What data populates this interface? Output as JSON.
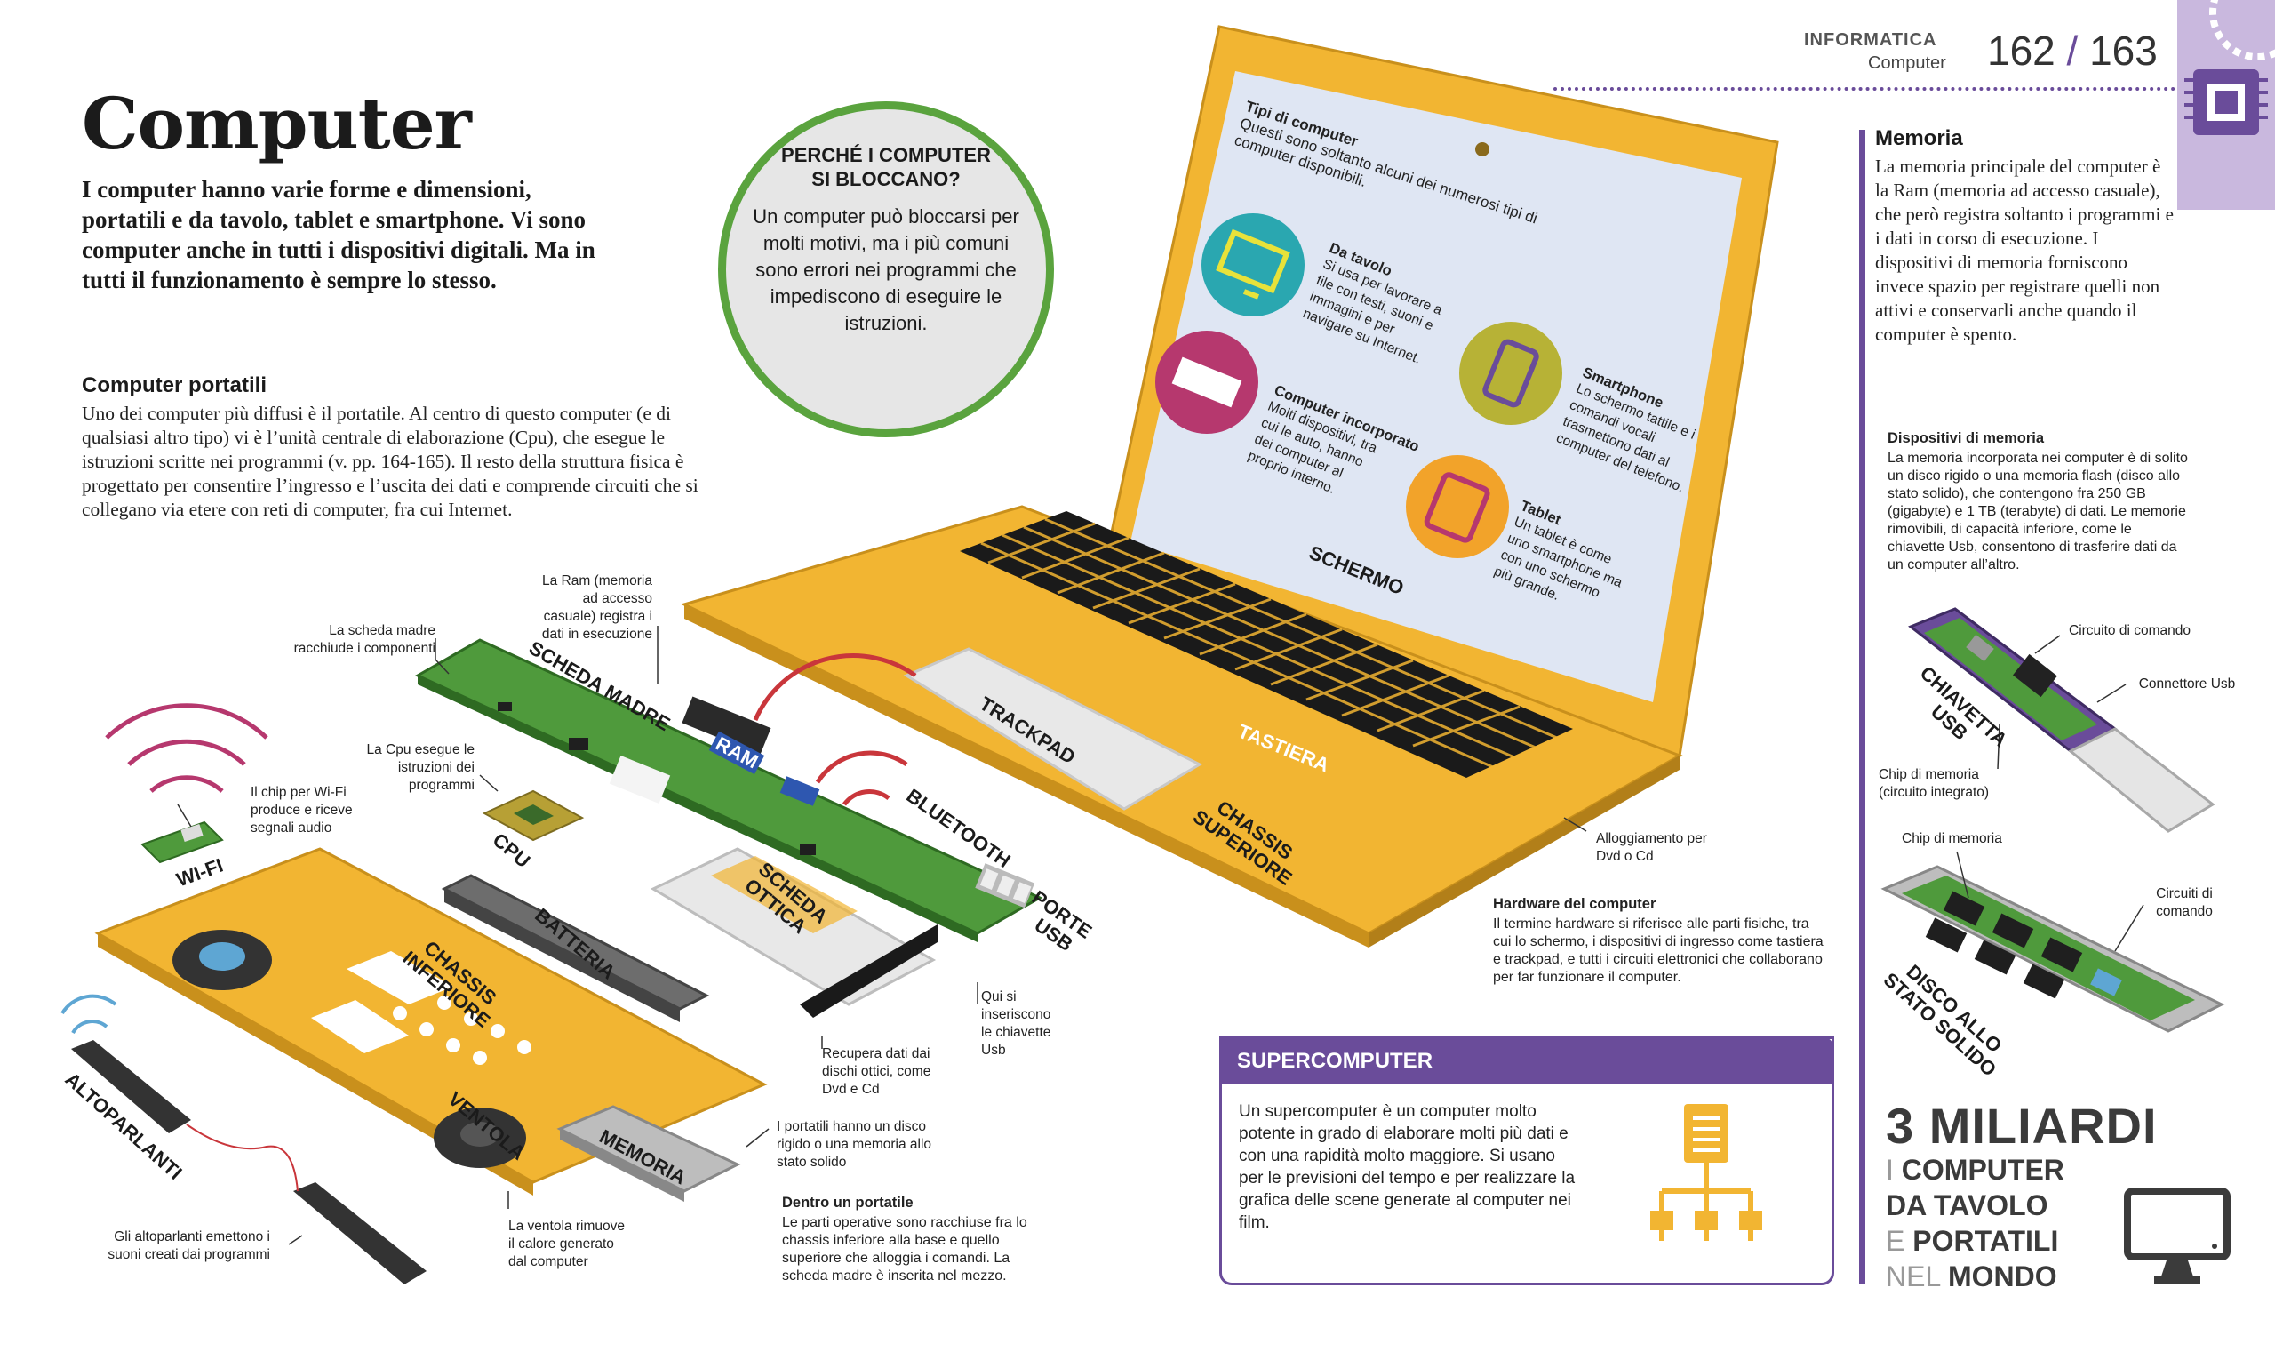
{
  "header": {
    "section": "INFORMATICA",
    "subsection": "Computer",
    "page_left": "162",
    "page_sep": "/",
    "page_right": "163"
  },
  "title": "Computer",
  "intro": "I computer hanno varie forme e dimensioni, portatili e da tavolo, tablet e smartphone. Vi sono computer anche in tutti i dispositivi digitali. Ma in tutti il funzionamento è sempre lo stesso.",
  "portatili": {
    "heading": "Computer portatili",
    "text": "Uno dei computer più diffusi è il portatile. Al centro di questo computer (e di qualsiasi altro tipo) vi è l’unità centrale di elaborazione (Cpu), che esegue le istruzioni scritte nei programmi (v. pp. 164-165). Il resto della struttura fisica è progettato per consentire l’ingresso e l’uscita dei dati e comprende circuiti che si collegano via etere con reti di computer, fra cui Internet."
  },
  "bubble": {
    "title": "PERCHÉ I COMPUTER SI BLOCCANO?",
    "text": "Un computer può bloccarsi per molti motivi, ma i più comuni sono errori nei programmi che impediscono di eseguire le istruzioni."
  },
  "screen": {
    "tipi_title": "Tipi di computer",
    "tipi_text": "Questi sono soltanto alcuni dei numerosi tipi di computer disponibili.",
    "desktop_title": "Da tavolo",
    "desktop_text": "Si usa per lavorare a file con testi, suoni e immagini e per navigare su Internet.",
    "embedded_title": "Computer incorporato",
    "embedded_text": "Molti dispositivi, tra cui le auto, hanno dei computer al proprio interno.",
    "smartphone_title": "Smartphone",
    "smartphone_text": "Lo schermo tattile e i comandi vocali trasmettono dati al computer del telefono.",
    "tablet_title": "Tablet",
    "tablet_text": "Un tablet è come uno smartphone ma con uno schermo più grande."
  },
  "labels": {
    "schermo": "SCHERMO",
    "tastiera": "TASTIERA",
    "trackpad": "TRACKPAD",
    "chassis_sup_1": "CHASSIS",
    "chassis_sup_2": "SUPERIORE",
    "scheda_madre": "SCHEDA MADRE",
    "ram": "RAM",
    "bluetooth": "BLUETOOTH",
    "porte_1": "PORTE",
    "porte_2": "USB",
    "scheda_ottica_1": "SCHEDA",
    "scheda_ottica_2": "OTTICA",
    "cpu": "CPU",
    "wifi": "WI-FI",
    "batteria": "BATTERIA",
    "chassis_inf_1": "CHASSIS",
    "chassis_inf_2": "INFERIORE",
    "ventola": "VENTOLA",
    "memoria": "MEMORIA",
    "altoparlanti": "ALTOPARLANTI",
    "chiavetta_1": "CHIAVETTA",
    "chiavetta_2": "USB",
    "ssd_1": "DISCO ALLO",
    "ssd_2": "STATO SOLIDO"
  },
  "captions": {
    "scheda_madre": "La scheda madre racchiude i componenti",
    "ram": "La Ram (memoria ad accesso casuale) registra i dati in esecuzione",
    "cpu": "La Cpu esegue le istruzioni dei programmi",
    "wifi": "Il chip per Wi-Fi produce e riceve segnali audio",
    "dvd": "Alloggiamento per Dvd o Cd",
    "usb": "Qui si inseriscono le chiavette Usb",
    "ottica": "Recupera dati dai dischi ottici, come Dvd e Cd",
    "memoria": "I portatili hanno un disco rigido o una memoria allo stato solido",
    "ventola": "La ventola rimuove il calore generato dal computer",
    "altoparlanti": "Gli altoparlanti emettono i suoni creati dai programmi",
    "circuito_comando": "Circuito di comando",
    "connettore": "Connettore Usb",
    "chip_memoria_ic": "Chip di memoria (circuito integrato)",
    "chip_memoria": "Chip di memoria",
    "circuiti_comando": "Circuiti di comando"
  },
  "hardware": {
    "heading": "Hardware del computer",
    "text": "Il termine hardware si riferisce alle parti fisiche, tra cui lo schermo, i dispositivi di ingresso come tastiera e trackpad, e tutti i circuiti elettronici che collaborano per far funzionare il computer."
  },
  "dentro": {
    "heading": "Dentro un portatile",
    "text": "Le parti operative sono racchiuse fra lo chassis inferiore alla base e quello superiore che alloggia i comandi. La scheda madre è inserita nel mezzo."
  },
  "supercomputer": {
    "heading": "SUPERCOMPUTER",
    "text": "Un supercomputer è un computer molto potente in grado di elaborare molti più dati e con una rapidità molto maggiore. Si usano per le previsioni del tempo e per realizzare la grafica delle scene generate al computer nei film."
  },
  "memoria": {
    "heading": "Memoria",
    "text": "La memoria principale del computer è la Ram (memoria ad accesso casuale), che però registra soltanto i programmi e i dati in corso di esecuzione. I dispositivi di memoria forniscono invece spazio per registrare quelli non attivi e conservarli anche quando il computer è spento."
  },
  "dispositivi": {
    "heading": "Dispositivi di memoria",
    "text": "La memoria incorporata nei computer è di solito un disco rigido o una memoria flash (disco allo stato solido), che contengono fra 250 GB (gigabyte) e 1 TB (terabyte) di dati. Le memorie rimovibili, di capacità inferiore, come le chiavette Usb, consentono di trasferire dati da un computer all’altro."
  },
  "stat": {
    "number": "3 MILIARDI",
    "l1a": "I",
    "l1b": "COMPUTER",
    "l2": "DA TAVOLO",
    "l3a": "E",
    "l3b": "PORTATILI",
    "l4a": "NEL",
    "l4b": "MONDO"
  },
  "colors": {
    "yellow": "#f2b532",
    "purple": "#6a4c9a",
    "green": "#5aa33e",
    "pcb": "#4f9a3c",
    "screen_bg": "#dfe6f3"
  }
}
